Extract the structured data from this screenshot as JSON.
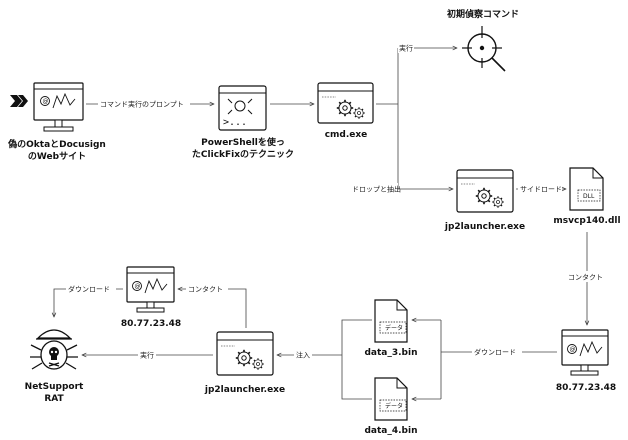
{
  "nodes": {
    "fake_site": [
      "偽のOktaとDocusign",
      "のWebサイト"
    ],
    "powershell": [
      "PowerShellを使っ",
      "たClickFixのテクニック"
    ],
    "cmd": "cmd.exe",
    "recon": "初期偵察コマンド",
    "jp2_top": "jp2launcher.exe",
    "msvcp": "msvcp140.dll",
    "dll_tag": "DLL",
    "server_right": "80.77.23.48",
    "data3": "data_3.bin",
    "data4": "data_4.bin",
    "data_tag": "データ",
    "jp2_bottom": "jp2launcher.exe",
    "server_left": "80.77.23.48",
    "rat": [
      "NetSupport",
      "RAT"
    ]
  },
  "edges": {
    "prompt": "コマンド実行のプロンプト",
    "execute_recon": "実行",
    "drop_extract": "ドロップと抽出",
    "sideload": "サイドロード",
    "contact_right": "コンタクト",
    "download_right": "ダウンロード",
    "inject": "注入",
    "contact_left": "コンタクト",
    "download_left": "ダウンロード",
    "execute_rat": "実行"
  }
}
